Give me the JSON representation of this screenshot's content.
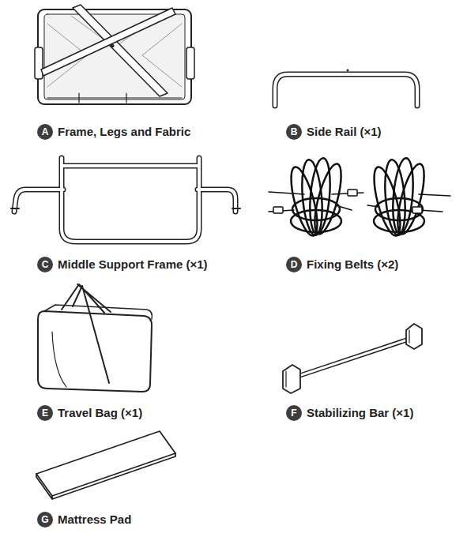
{
  "diagram": {
    "nodes": [
      {
        "text": [
          "A"
        ]
      },
      {
        "text": [
          "B"
        ]
      },
      {
        "text": [
          "C"
        ]
      },
      {
        "text": [
          "D"
        ]
      },
      {
        "text": [
          "E"
        ]
      },
      {
        "text": [
          "F"
        ]
      },
      {
        "text": [
          "G"
        ]
      }
    ],
    "labels": [
      "Frame, Legs and Fabric",
      "Side Rail (×1)",
      "Middle Support Frame (×1)",
      "Fixing Belts (×2)",
      "Travel Bag (×1)",
      "Stabilizing Bar (×1)",
      "Mattress Pad"
    ]
  }
}
